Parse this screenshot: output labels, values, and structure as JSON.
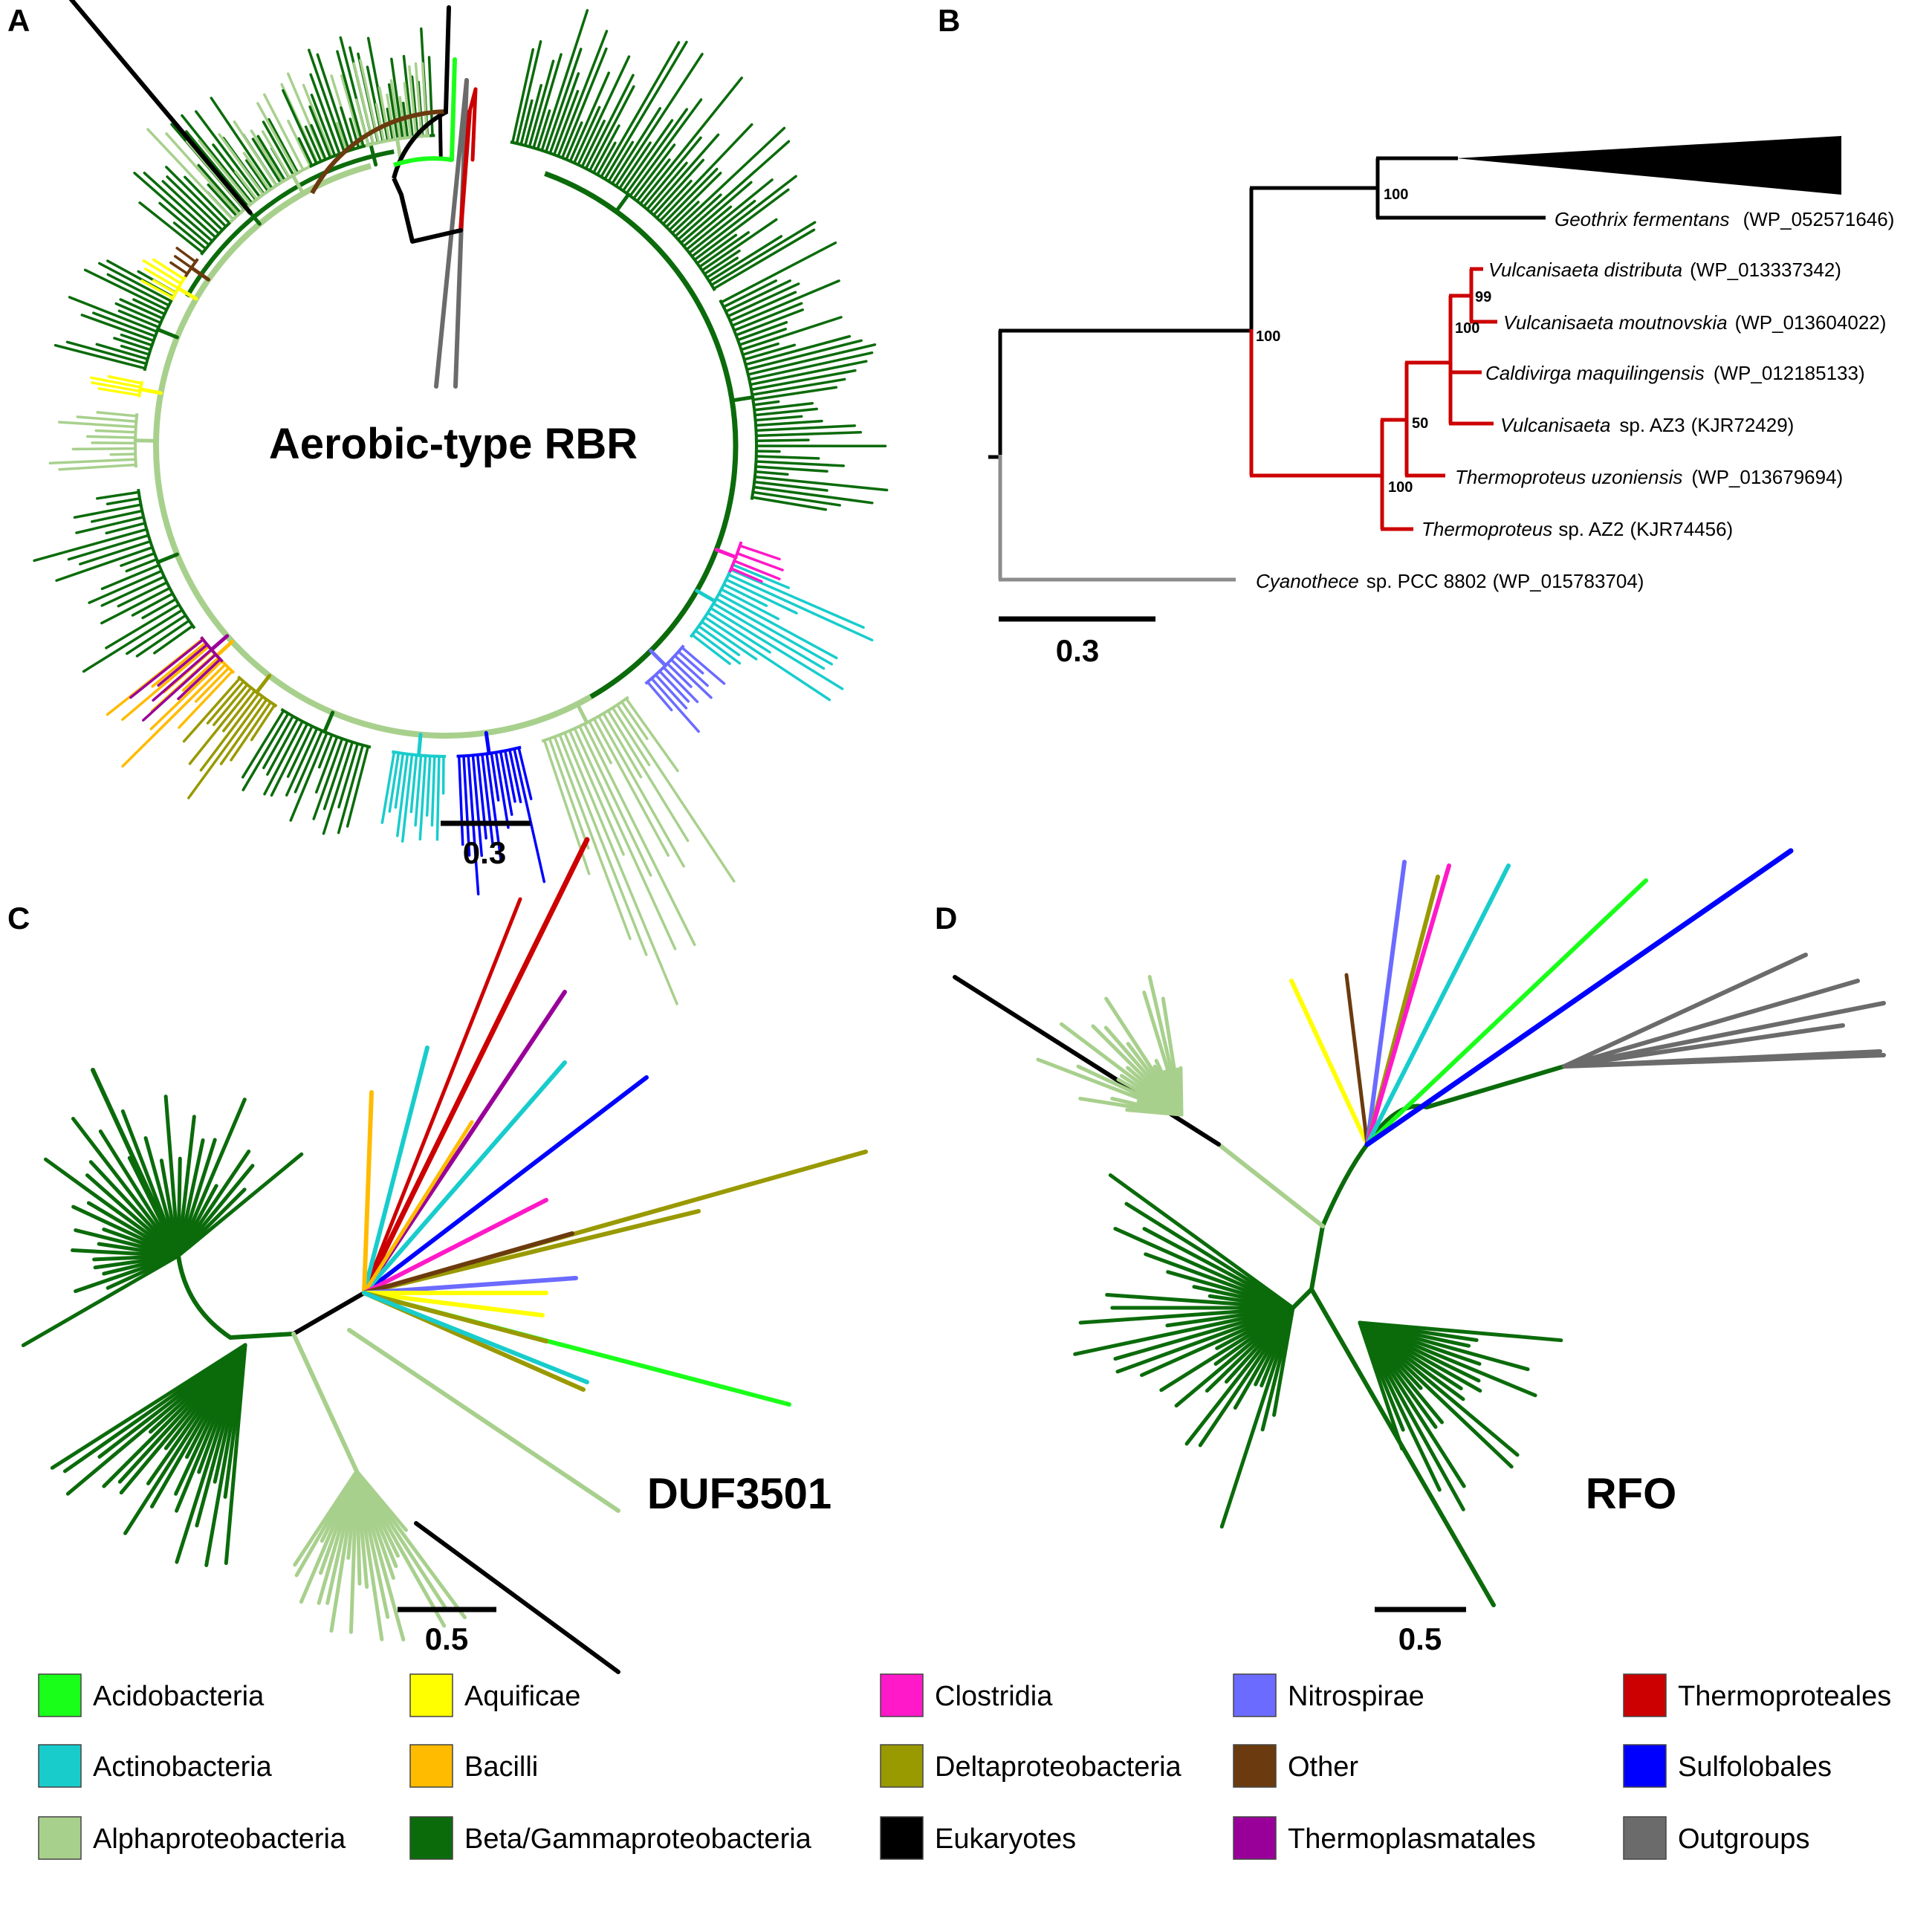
{
  "panels": {
    "a": {
      "letter": "A",
      "title": "Aerobic-type RBR",
      "scale": "0.3"
    },
    "b": {
      "letter": "B",
      "scale": "0.3"
    },
    "c": {
      "letter": "C",
      "title": "DUF3501",
      "scale": "0.5"
    },
    "d": {
      "letter": "D",
      "title": "RFO",
      "scale": "0.5"
    }
  },
  "panel_b": {
    "bootstrap": [
      "100",
      "100",
      "99",
      "100",
      "50",
      "100"
    ],
    "tips": [
      {
        "genus": "Geothrix fermentans",
        "rest": "",
        "acc": "(WP_052571646)"
      },
      {
        "genus": "Vulcanisaeta distributa",
        "rest": "",
        "acc": "(WP_013337342)"
      },
      {
        "genus": "Vulcanisaeta moutnovskia",
        "rest": "",
        "acc": "(WP_013604022)"
      },
      {
        "genus": "Caldivirga maquilingensis",
        "rest": "",
        "acc": "(WP_012185133)"
      },
      {
        "genus": "Vulcanisaeta",
        "rest": "sp. AZ3",
        "acc": "(KJR72429)"
      },
      {
        "genus": "Thermoproteus uzoniensis",
        "rest": "",
        "acc": "(WP_013679694)"
      },
      {
        "genus": "Thermoproteus",
        "rest": "sp. AZ2",
        "acc": "(KJR74456)"
      },
      {
        "genus": "Cyanothece",
        "rest": "sp. PCC 8802",
        "acc": "(WP_015783704)"
      }
    ]
  },
  "colors": {
    "acidobacteria": "#1aff1a",
    "actinobacteria": "#19cccc",
    "alpha": "#a8d08d",
    "betagamma": "#0b6b0b",
    "aquificae": "#ffff00",
    "bacilli": "#ffbb00",
    "clostridia": "#ff19c8",
    "delta": "#999900",
    "eukaryotes": "#000000",
    "nitrospirae": "#6b6bff",
    "other": "#6b3a0e",
    "thermoplasmatales": "#990099",
    "thermoproteales": "#cc0000",
    "sulfolobales": "#0000ff",
    "outgroups": "#6b6b6b",
    "cyanothece_branch": "#8c8c8c"
  },
  "legend": [
    {
      "label": "Acidobacteria",
      "color": "#1aff1a"
    },
    {
      "label": "Actinobacteria",
      "color": "#19cccc"
    },
    {
      "label": "Alphaproteobacteria",
      "color": "#a8d08d"
    },
    {
      "label": "Aquificae",
      "color": "#ffff00"
    },
    {
      "label": "Bacilli",
      "color": "#ffbb00"
    },
    {
      "label": "Beta/Gammaproteobacteria",
      "color": "#0b6b0b"
    },
    {
      "label": "Clostridia",
      "color": "#ff19c8"
    },
    {
      "label": "Deltaproteobacteria",
      "color": "#999900"
    },
    {
      "label": "Eukaryotes",
      "color": "#000000"
    },
    {
      "label": "Nitrospirae",
      "color": "#6b6bff"
    },
    {
      "label": "Other",
      "color": "#6b3a0e"
    },
    {
      "label": "Thermoplasmatales",
      "color": "#990099"
    },
    {
      "label": "Thermoproteales",
      "color": "#cc0000"
    },
    {
      "label": "Sulfolobales",
      "color": "#0000ff"
    },
    {
      "label": "Outgroups",
      "color": "#6b6b6b"
    }
  ]
}
